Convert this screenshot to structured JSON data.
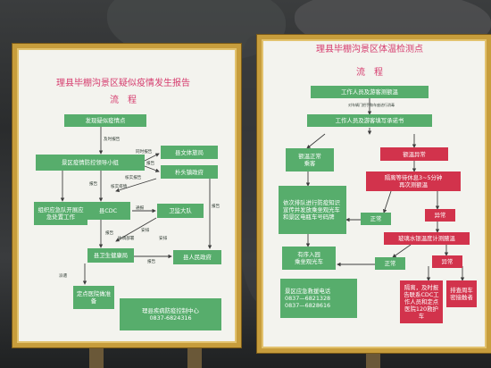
{
  "left_board": {
    "title_line1": "理县毕棚沟景区疑似疫情发生报告",
    "title_line2": "流　程",
    "boxes": {
      "discover": "发现疑似疫情点",
      "command": "景区疫情防控领导小组",
      "culture": "县文体旅局",
      "town": "朴头镇政府",
      "response_team": "组织应急队开展应急处置工作",
      "cdc": "县CDC",
      "health_team": "卫监大队",
      "health_bureau": "县卫生健康局",
      "government": "县人民政府",
      "hospital": "定点医院做准备",
      "contact": "理县疾病防疫控制中心\n0837-6824316"
    },
    "labels": {
      "report_now": "及时报告",
      "sync_report_1": "同时报告",
      "report_1": "报告",
      "verify_report": "核实报告",
      "verify_report_2": "核实疫情",
      "notify": "通报",
      "report_2": "报告",
      "arrange_a": "安排",
      "arrange_b": "安排",
      "report_3": "报告",
      "dispatch": "派遣",
      "report_4": "报告",
      "report_5": "报告",
      "coordinate": "协调部署"
    }
  },
  "right_board": {
    "title_line1": "理县毕棚沟景区体温检测点",
    "title_line2": "流　程",
    "boxes": {
      "start": "工作人员及游客测额温",
      "fill": "工作人员及游客填写承诺书",
      "normal": "额温正常\n乘客",
      "abnormal": "额温异常",
      "rest": "隔离等待休息3~5分钟\n再次测额温",
      "queue": "依次排队进行防疫知识宣传并发放乘坐观光车和景区电瓶车号码牌",
      "normal2": "正常",
      "abnormal2": "异常",
      "mercury": "玻璃水银温度计测腋温",
      "enter": "有序入园\n乘坐观光车",
      "normal3": "正常",
      "abnormal3": "异常",
      "hotline": "景区应急救援电话\n0837—6821328\n0837—6828616",
      "isolate": "隔离，及时报告联系CDC工作人员和定点医院120救护车",
      "vehicle": "排查周车\n密接触者"
    },
    "labels": {
      "mid_note": "对车辆门把手和车座进行消毒"
    }
  },
  "colors": {
    "board_bg": "#f3f3ee",
    "frame_gold": "#c79d3c",
    "title_pink": "#d63c6e",
    "box_green": "#57ad6c",
    "box_red": "#d2334c"
  }
}
